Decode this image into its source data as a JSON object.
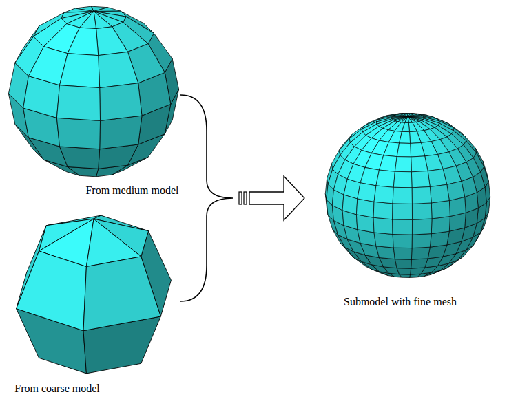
{
  "diagram": {
    "labels": [
      "From medium model",
      "From coarse model",
      "Submodel with fine mesh"
    ]
  }
}
